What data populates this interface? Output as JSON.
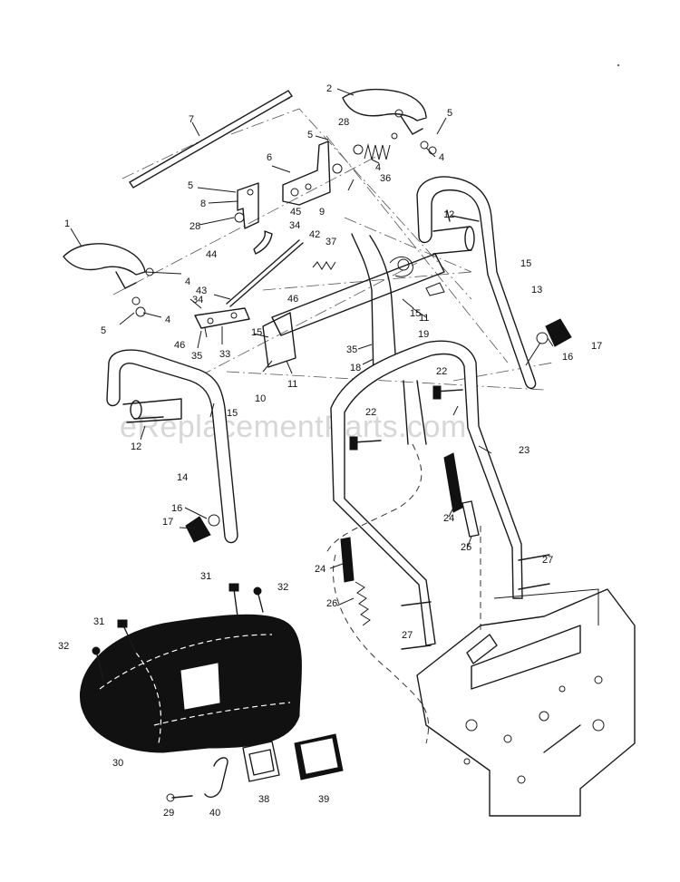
{
  "watermark": "eReplacementParts.com",
  "callouts": {
    "c1": "1",
    "c2": "2",
    "c4a": "4",
    "c4b": "4",
    "c4c": "4",
    "c4d": "4",
    "c5a": "5",
    "c5b": "5",
    "c5c": "5",
    "c5d": "5",
    "c6": "6",
    "c7": "7",
    "c8": "8",
    "c9": "9",
    "c10": "10",
    "c11a": "11",
    "c11b": "11",
    "c12a": "12",
    "c12b": "12",
    "c13": "13",
    "c14": "14",
    "c15a": "15",
    "c15b": "15",
    "c15c": "15",
    "c15d": "15",
    "c16a": "16",
    "c16b": "16",
    "c17a": "17",
    "c17b": "17",
    "c18": "18",
    "c19": "19",
    "c22a": "22",
    "c22b": "22",
    "c23": "23",
    "c24a": "24",
    "c24b": "24",
    "c25": "25",
    "c26": "26",
    "c27a": "27",
    "c27b": "27",
    "c28a": "28",
    "c28b": "28",
    "c29": "29",
    "c30": "30",
    "c31a": "31",
    "c31b": "31",
    "c32a": "32",
    "c32b": "32",
    "c33": "33",
    "c34a": "34",
    "c34b": "34",
    "c35a": "35",
    "c35b": "35",
    "c36": "36",
    "c37": "37",
    "c38": "38",
    "c39": "39",
    "c40": "40",
    "c42": "42",
    "c43": "43",
    "c44": "44",
    "c45": "45",
    "c46a": "46",
    "c46b": "46"
  }
}
